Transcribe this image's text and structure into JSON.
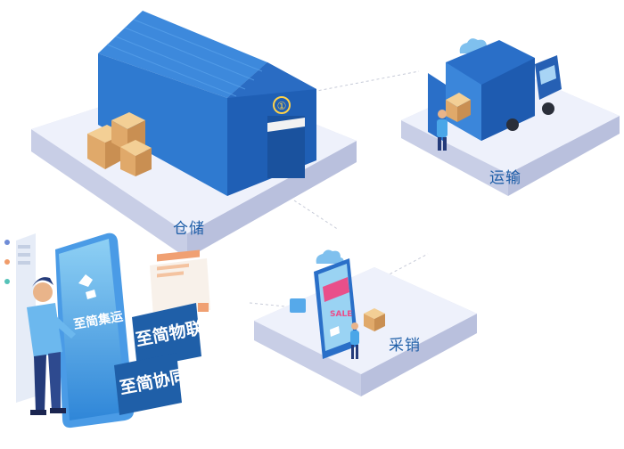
{
  "platforms": {
    "warehouse_label": "仓储",
    "transport_label": "运输",
    "procurement_label": "采销"
  },
  "phone": {
    "brand_text": "至简集运"
  },
  "tags": {
    "wuliu": "至简物联",
    "xietong": "至简协同"
  },
  "shop": {
    "sale_text": "SALE"
  },
  "icons": {
    "warehouse_badge": "①"
  },
  "colors": {
    "accent_blue": "#1f5fa8",
    "platform_top": "#eef1fb",
    "platform_side": "#d7dcef"
  }
}
